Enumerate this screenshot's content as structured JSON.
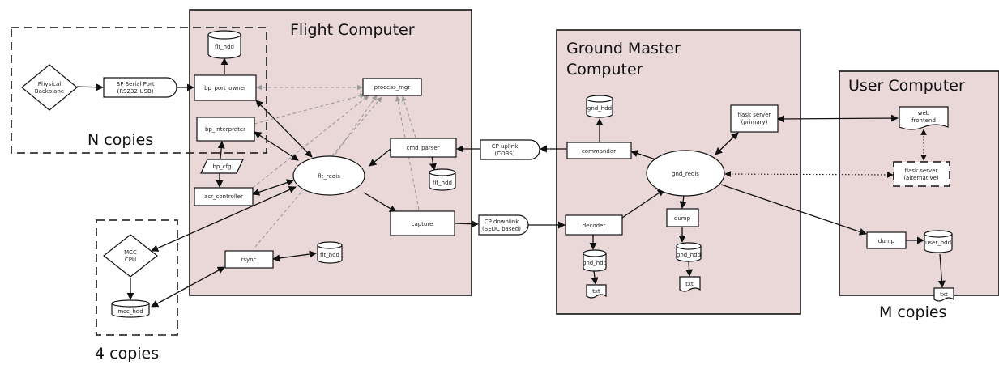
{
  "regions": {
    "flight": "Flight Computer",
    "ground_line1": "Ground Master",
    "ground_line2": "Computer",
    "user": "User Computer"
  },
  "groups": {
    "n_copies": "N copies",
    "four_copies": "4 copies",
    "m_copies": "M copies"
  },
  "nodes": {
    "physical_backplane_line1": "Physical",
    "physical_backplane_line2": "Backplane",
    "bp_serial_port_line1": "BP Serial Port",
    "bp_serial_port_line2": "(RS232-USB)",
    "flt_hdd_top": "flt_hdd",
    "bp_port_owner": "bp_port_owner",
    "bp_interpreter": "bp_interpreter",
    "bp_cfg": "bp_cfg",
    "acr_controller": "acr_controller",
    "process_mgr": "process_mgr",
    "flt_redis": "flt_redis",
    "cmd_parser": "cmd_parser",
    "flt_hdd_cmd": "flt_hdd",
    "capture": "capture",
    "rsync": "rsync",
    "flt_hdd_rsync": "flt_hdd",
    "mcc_cpu_line1": "MCC",
    "mcc_cpu_line2": "CPU",
    "mcc_hdd": "mcc_hdd",
    "cp_uplink_line1": "CP uplink",
    "cp_uplink_line2": "(COBS)",
    "cp_downlink_line1": "CP downlink",
    "cp_downlink_line2": "(SEDC based)",
    "gnd_redis": "gnd_redis",
    "gnd_hdd_top": "gnd_hdd",
    "commander": "commander",
    "decoder": "decoder",
    "gnd_hdd_decoder": "gnd_hdd",
    "txt_decoder": "txt",
    "dump_ground": "dump",
    "gnd_hdd_dump": "gnd_hdd",
    "txt_dump": "txt",
    "flask_server_primary_line1": "flask server",
    "flask_server_primary_line2": "(primary)",
    "web_frontend_line1": "web",
    "web_frontend_line2": "frontend",
    "flask_server_alt_line1": "flask server",
    "flask_server_alt_line2": "(alternative)",
    "dump_user": "dump",
    "user_hdd": "user_hdd",
    "txt_user": "txt"
  }
}
